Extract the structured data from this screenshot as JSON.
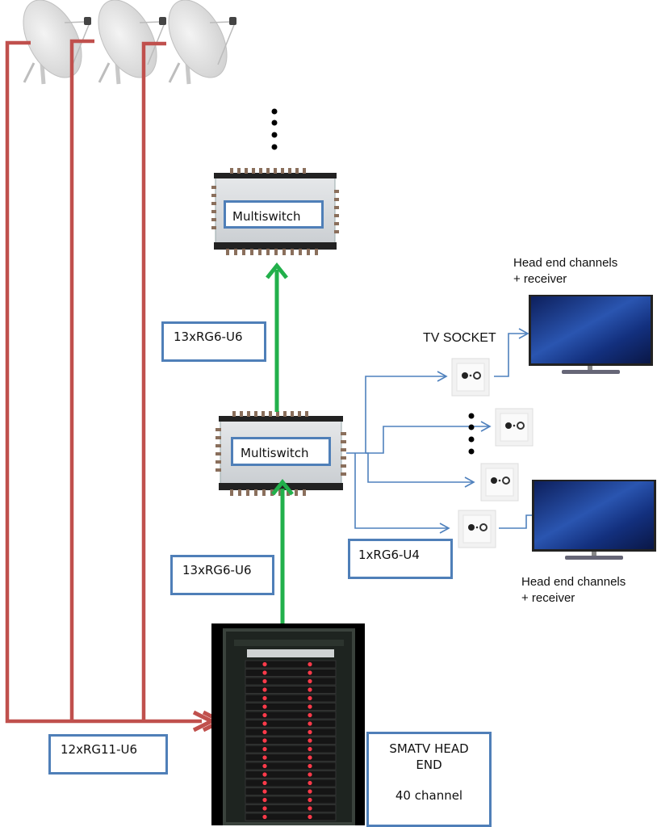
{
  "diagram": {
    "title_implied": "SMATV distribution",
    "nodes": {
      "dishes": [
        {
          "id": "dish-1",
          "type": "satellite-dish"
        },
        {
          "id": "dish-2",
          "type": "satellite-dish"
        },
        {
          "id": "dish-3",
          "type": "satellite-dish"
        }
      ],
      "multiswitch_top": {
        "label": "Multiswitch"
      },
      "multiswitch_middle": {
        "label": "Multiswitch"
      },
      "headend": {
        "line1": "SMATV HEAD",
        "line2": "END",
        "line3": "40 channel"
      },
      "tv_top_caption": {
        "line1": "Head end channels",
        "line2": "+ receiver"
      },
      "tv_bottom_caption": {
        "line1": "Head end channels",
        "line2": "+ receiver"
      },
      "socket_caption": "TV SOCKET"
    },
    "cables": {
      "dish_to_headend": {
        "label": "12xRG11-U6",
        "color": "#c0504d"
      },
      "headend_to_multiswitch": {
        "label": "13xRG6-U6",
        "color": "#22b04b"
      },
      "multiswitch_to_multiswitch": {
        "label": "13xRG6-U6",
        "color": "#22b04b"
      },
      "multiswitch_to_sockets": {
        "label": "1xRG6-U4",
        "color": "#4f81bd"
      }
    },
    "continuation_marker": "⋮"
  }
}
